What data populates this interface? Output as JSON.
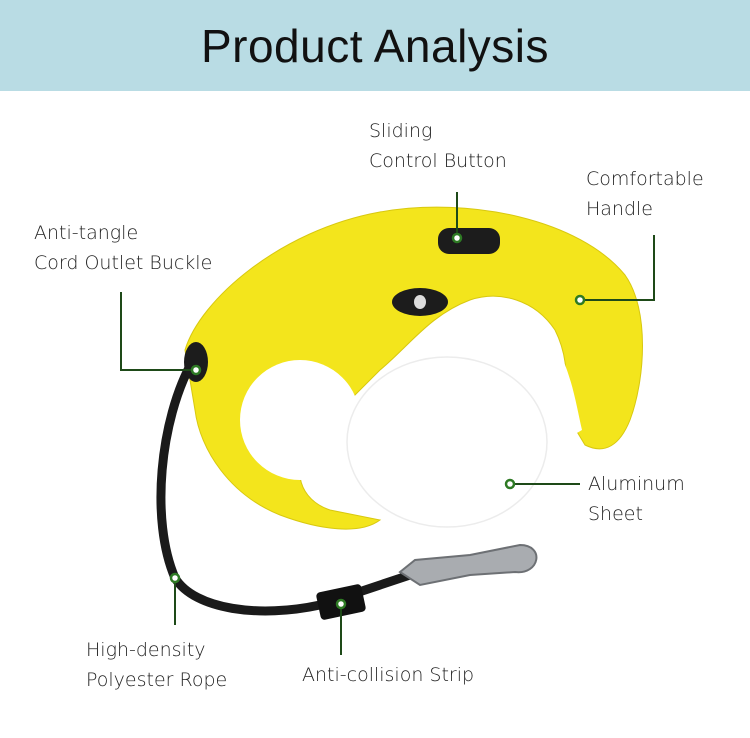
{
  "header": {
    "title": "Product Analysis"
  },
  "labels": {
    "sliding": [
      "Sliding",
      "Control Button"
    ],
    "handle": [
      "Comfortable",
      "Handle"
    ],
    "buckle": [
      "Anti-tangle",
      "Cord Outlet Buckle"
    ],
    "sheet": [
      "Aluminum",
      "Sheet"
    ],
    "rope": [
      "High-density",
      "Polyester Rope"
    ],
    "strip": [
      "Anti-collision Strip"
    ]
  },
  "colors": {
    "header_bg": "#b9dce4",
    "body_yellow": "#f3e51c",
    "leader": "#1e4a18"
  }
}
